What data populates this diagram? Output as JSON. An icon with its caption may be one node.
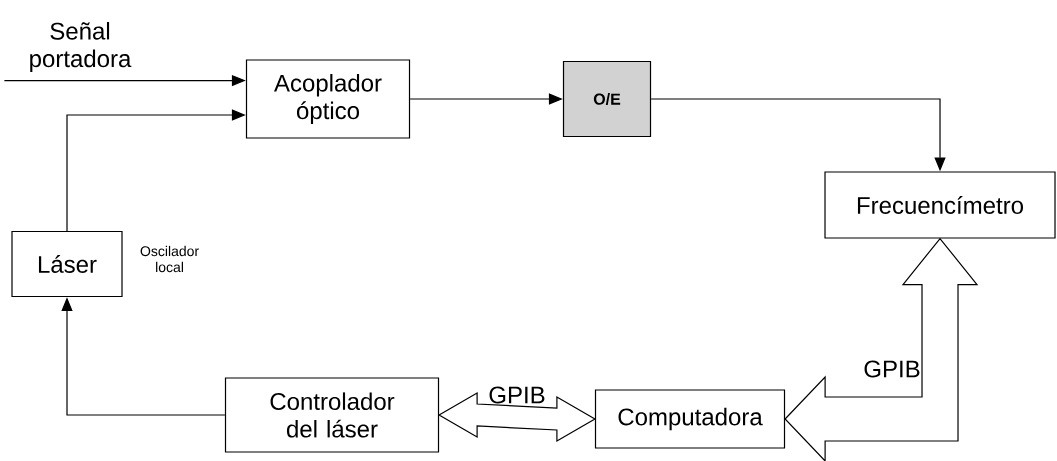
{
  "diagram": {
    "nodes": [
      {
        "text": [
          "Señal portadora"
        ]
      },
      {
        "text": [
          "Acoplador óptico"
        ]
      },
      {
        "text": [
          "O/E"
        ]
      },
      {
        "text": [
          "Frecuencímetro"
        ]
      },
      {
        "text": [
          "Láser"
        ],
        "beside": [
          "Oscilador local"
        ]
      },
      {
        "text": [
          "Controlador del láser"
        ]
      },
      {
        "text": [
          "Computadora"
        ]
      }
    ],
    "edges": [
      {
        "from": 0,
        "to": 1,
        "arrow": "to"
      },
      {
        "from": 4,
        "to": 1,
        "arrow": "to"
      },
      {
        "from": 1,
        "to": 2,
        "arrow": "to"
      },
      {
        "from": 2,
        "to": 3,
        "arrow": "to"
      },
      {
        "from": 5,
        "to": 4,
        "arrow": "to"
      },
      {
        "from": 5,
        "to": 6,
        "arrow": "both",
        "label": "GPIB",
        "style": "thick"
      },
      {
        "from": 6,
        "to": 3,
        "arrow": "both",
        "label": "GPIB",
        "style": "thick"
      }
    ]
  }
}
